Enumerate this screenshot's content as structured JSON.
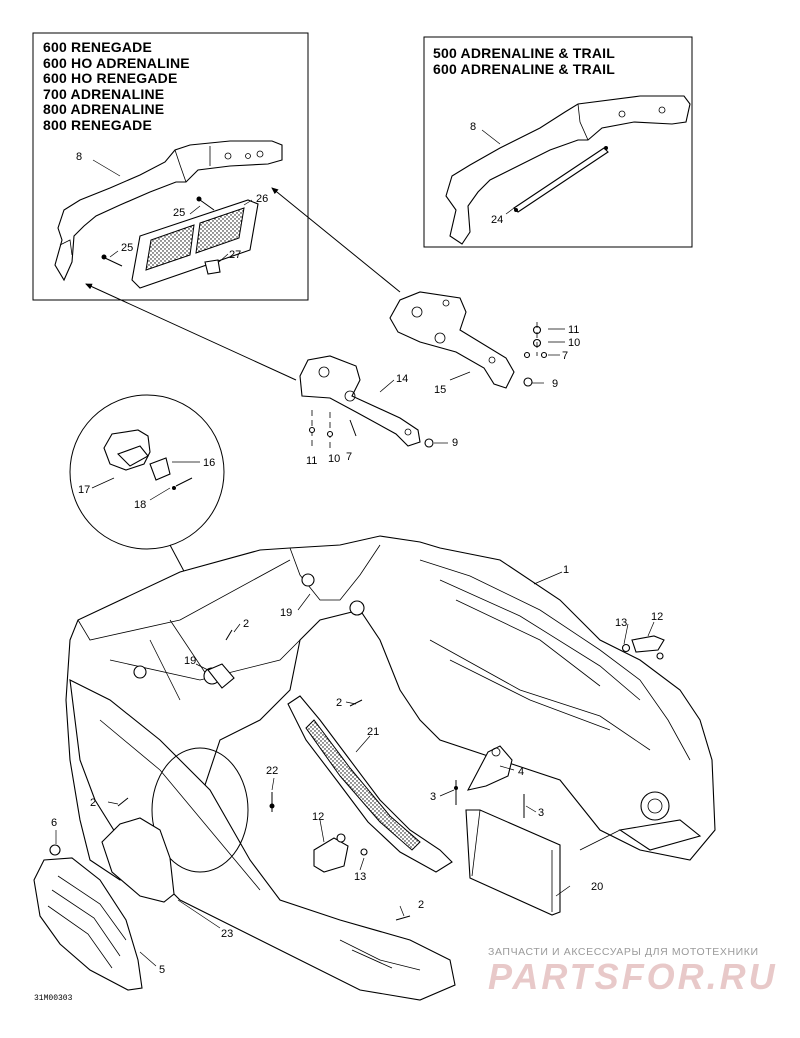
{
  "boxes": {
    "left": {
      "models": "600 RENEGADE\n600 HO ADRENALINE\n600 HO RENEGADE\n700 ADRENALINE\n800 ADRENALINE\n800 RENEGADE"
    },
    "right": {
      "models": "500 ADRENALINE & TRAIL\n600 ADRENALINE & TRAIL"
    }
  },
  "callouts": {
    "c8a": "8",
    "c26": "26",
    "c25a": "25",
    "c25b": "25",
    "c27": "27",
    "c8b": "8",
    "c24": "24",
    "c11a": "11",
    "c10a": "10",
    "c7a": "7",
    "c9a": "9",
    "c15": "15",
    "c14": "14",
    "c11b": "11",
    "c10b": "10",
    "c7b": "7",
    "c9b": "9",
    "c16": "16",
    "c17": "17",
    "c18": "18",
    "c1": "1",
    "c19a": "19",
    "c19b": "19",
    "c2a": "2",
    "c2b": "2",
    "c2c": "2",
    "c2d": "2",
    "c13a": "13",
    "c12a": "12",
    "c21": "21",
    "c22": "22",
    "c4": "4",
    "c3a": "3",
    "c3b": "3",
    "c6": "6",
    "c12b": "12",
    "c13b": "13",
    "c20": "20",
    "c23": "23",
    "c5": "5"
  },
  "footer": {
    "reference": "31M00303"
  },
  "watermark": {
    "tagline": "ЗАПЧАСТИ И АКСЕССУАРЫ ДЛЯ МОТОТЕХНИКИ",
    "brand": "PARTSFOR.RU",
    "color": "#e8c9c9"
  }
}
